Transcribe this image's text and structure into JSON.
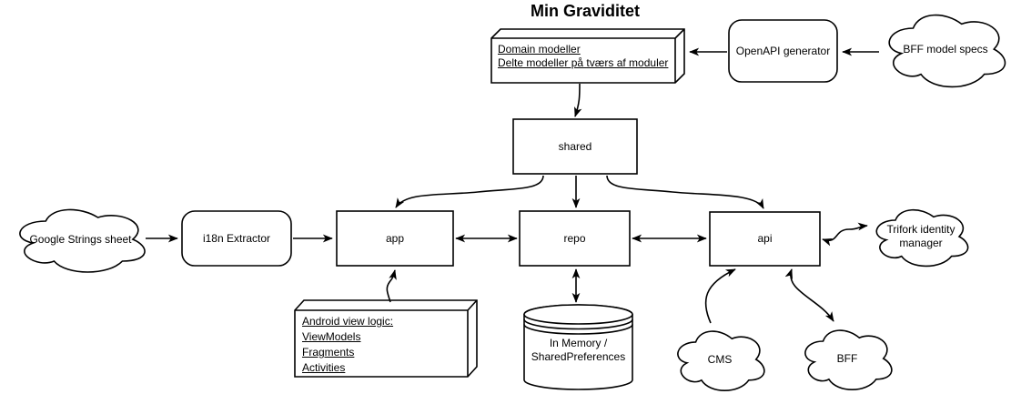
{
  "title": "Min Graviditet",
  "colors": {
    "stroke": "#000000",
    "background": "#ffffff"
  },
  "nodes": {
    "domain_models_box": {
      "text": "Domain modeller\nDelte modeller på tværs af moduler"
    },
    "openapi_generator": {
      "label": "OpenAPI generator"
    },
    "bff_model_specs": {
      "label": "BFF model specs"
    },
    "shared": {
      "label": "shared"
    },
    "google_strings_sheet": {
      "label": "Google Strings sheet"
    },
    "i18n_extractor": {
      "label": "i18n Extractor"
    },
    "app": {
      "label": "app"
    },
    "repo": {
      "label": "repo"
    },
    "api": {
      "label": "api"
    },
    "trifork_identity_manager": {
      "label": "Trifork identity\nmanager"
    },
    "android_view_logic_box": {
      "text": "Android view logic:\nViewModels\nFragments\nActivities"
    },
    "storage": {
      "label": "In Memory /\nSharedPreferences"
    },
    "cms": {
      "label": "CMS"
    },
    "bff": {
      "label": "BFF"
    }
  }
}
